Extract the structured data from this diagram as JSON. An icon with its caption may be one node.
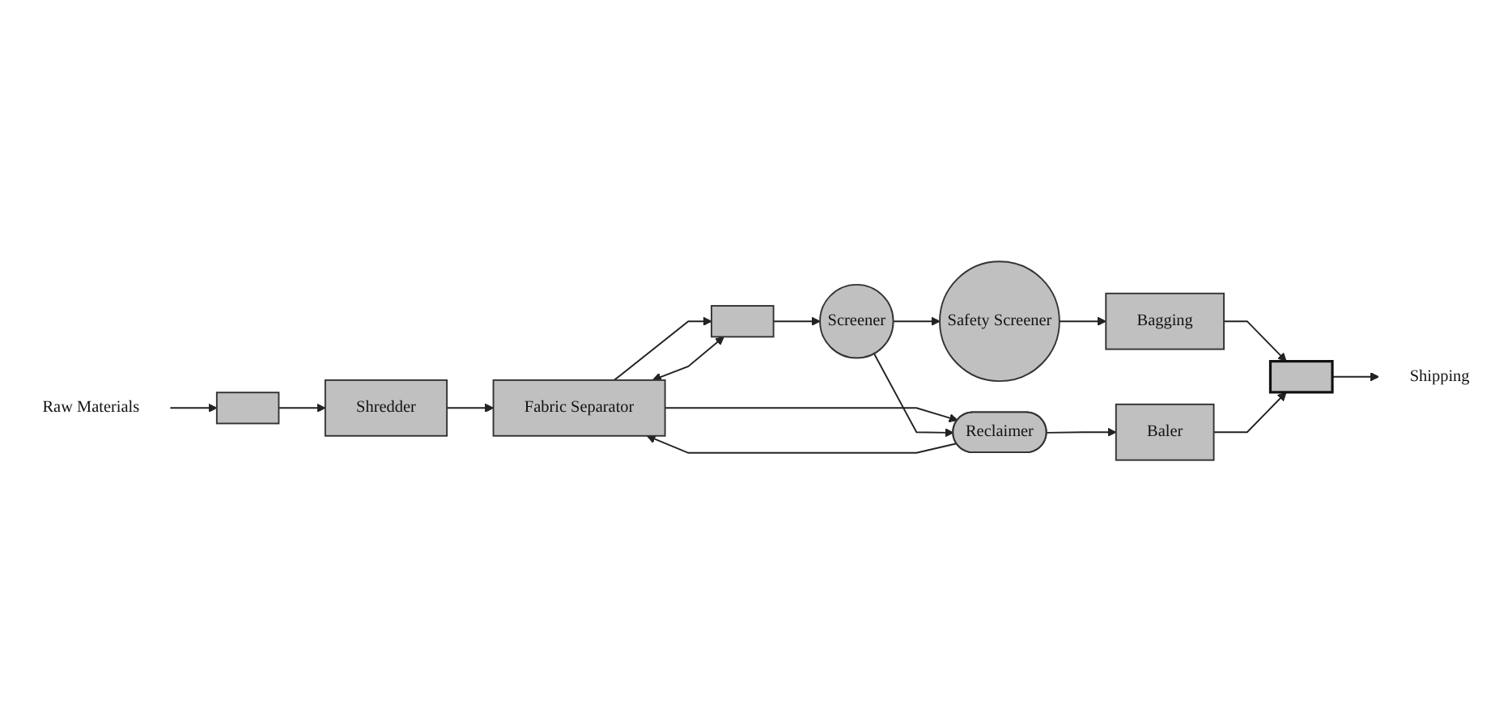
{
  "diagram": {
    "nodes": [
      {
        "text": [
          "Raw Materials"
        ]
      },
      {
        "text": [],
        "shape": "box"
      },
      {
        "text": [
          "Shredder"
        ]
      },
      {
        "text": [
          "Fabric Separator"
        ]
      },
      {
        "text": [],
        "shape": "box"
      },
      {
        "text": [
          "Screener"
        ]
      },
      {
        "text": [
          "Reclaimer"
        ]
      },
      {
        "text": [
          "Baler"
        ]
      },
      {
        "text": [
          "Bagging"
        ]
      },
      {
        "text": [
          "Safety Screener"
        ]
      },
      {
        "text": [],
        "shape": "bar"
      },
      {
        "text": [
          "Shipping"
        ]
      }
    ],
    "edges": [
      {
        "from": 0,
        "to": 1,
        "arrow": "to"
      },
      {
        "from": 1,
        "to": 2,
        "arrow": "to"
      },
      {
        "from": 2,
        "to": 3,
        "arrow": "to"
      },
      {
        "from": 3,
        "to": 4,
        "arrow": "to"
      },
      {
        "from": 3,
        "to": 4,
        "arrow": "both"
      },
      {
        "from": 4,
        "to": 5,
        "arrow": "to"
      },
      {
        "from": 6,
        "to": 3,
        "arrow": "to"
      },
      {
        "from": 3,
        "to": 6,
        "arrow": "to"
      },
      {
        "from": 5,
        "to": 6,
        "arrow": "to"
      },
      {
        "from": 5,
        "to": 9,
        "arrow": "to"
      },
      {
        "from": 6,
        "to": 7,
        "arrow": "to"
      },
      {
        "from": 9,
        "to": 8,
        "arrow": "to"
      },
      {
        "from": 8,
        "to": 10,
        "arrow": "to"
      },
      {
        "from": 7,
        "to": 10,
        "arrow": "to"
      },
      {
        "from": 10,
        "to": 11,
        "arrow": "to"
      }
    ]
  }
}
